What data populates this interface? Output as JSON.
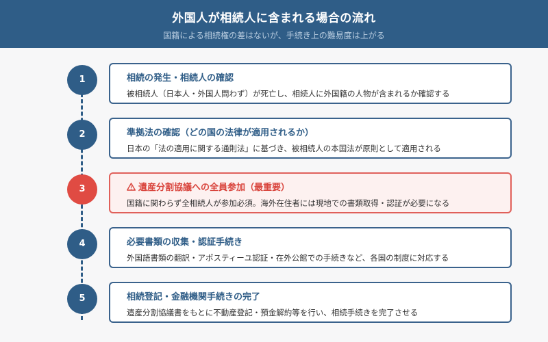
{
  "header": {
    "title": "外国人が相続人に含まれる場合の流れ",
    "subtitle": "国籍による相続権の差はないが、手続き上の難易度は上がる"
  },
  "steps": [
    {
      "number": "1",
      "title": "相続の発生・相続人の確認",
      "description": "被相続人（日本人・外国人問わず）が死亡し、相続人に外国籍の人物が含まれるか確認する",
      "important": false
    },
    {
      "number": "2",
      "title": "準拠法の確認（どの国の法律が適用されるか）",
      "description": "日本の「法の適用に関する通則法」に基づき、被相続人の本国法が原則として適用される",
      "important": false
    },
    {
      "number": "3",
      "title": "遺産分割協議への全員参加（最重要）",
      "description": "国籍に関わらず全相続人が参加必須。海外在住者には現地での書類取得・認証が必要になる",
      "important": true,
      "icon": "warning-icon"
    },
    {
      "number": "4",
      "title": "必要書類の収集・認証手続き",
      "description": "外国語書類の翻訳・アポスティーユ認証・在外公館での手続きなど、各国の制度に対応する",
      "important": false
    },
    {
      "number": "5",
      "title": "相続登記・金融機関手続きの完了",
      "description": "遺産分割協議書をもとに不動産登記・預金解約等を行い、相続手続きを完了させる",
      "important": false
    }
  ],
  "colors": {
    "primary": "#2f5d87",
    "important": "#e04b43",
    "important_bg": "#fdf1f0"
  }
}
